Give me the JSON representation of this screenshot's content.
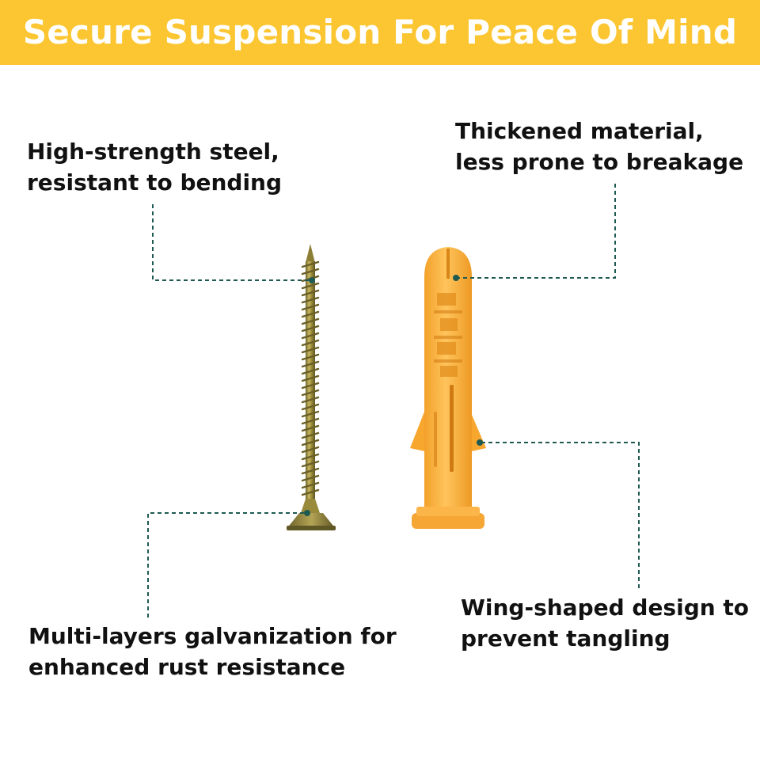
{
  "banner": {
    "title": "Secure Suspension For Peace Of Mind"
  },
  "callouts": {
    "steel": {
      "line1": "High-strength steel,",
      "line2": "resistant to bending"
    },
    "thickened": {
      "line1": "Thickened material,",
      "line2": "less prone to breakage"
    },
    "galvanization": {
      "line1": "Multi-layers galvanization for",
      "line2": "enhanced rust resistance"
    },
    "wing": {
      "line1": "Wing-shaped design to",
      "line2": "prevent tangling"
    }
  },
  "colors": {
    "banner": "#fbc632",
    "banner_text": "#ffffff",
    "callout_text": "#111111",
    "leader_line": "#1f5a52",
    "anchor_plastic": "#f9ae3b",
    "screw_metal": "#9a8a3a"
  }
}
